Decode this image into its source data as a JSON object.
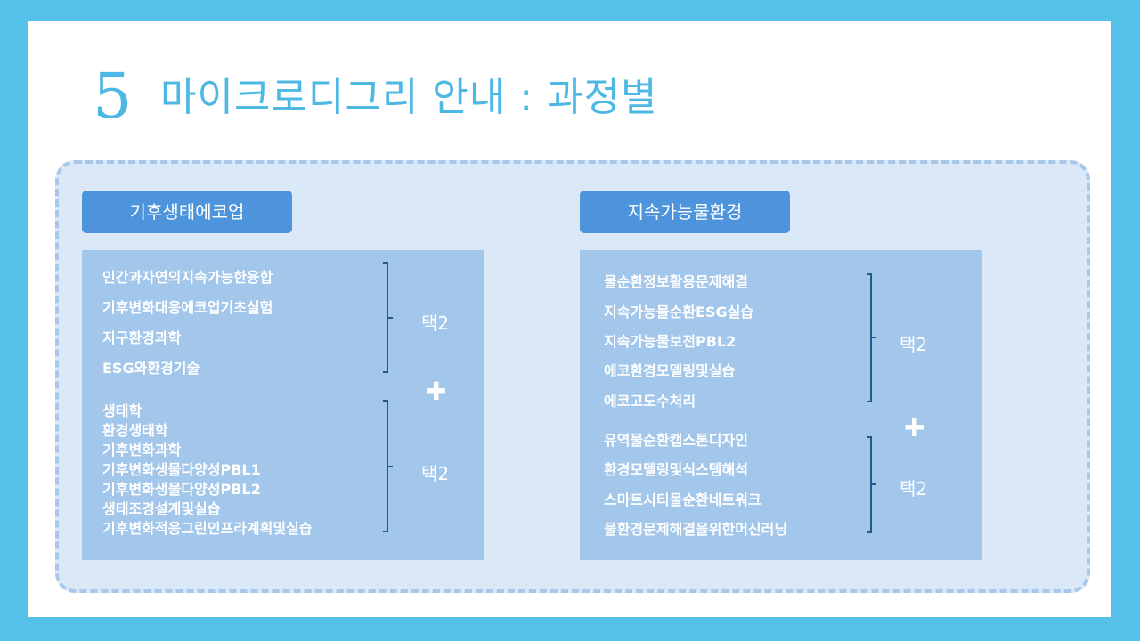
{
  "title": {
    "number": "5",
    "text": "마이크로디그리 안내 : 과정별"
  },
  "tracks": [
    {
      "name": "기후생태에코업",
      "group1": {
        "courses": [
          "인간과자연의지속가능한융합",
          "기후변화대응에코업기초실험",
          "지구환경과학",
          "ESG와환경기술"
        ],
        "choose": "택2"
      },
      "plus": "✚",
      "group2": {
        "courses": [
          "생태학",
          "환경생태학",
          "기후변화과학",
          "기후변화생물다양성PBL1",
          "기후변화생물다양성PBL2",
          "생태조경설계및실습",
          "기후변화적응그린인프라계획및실습"
        ],
        "choose": "택2"
      }
    },
    {
      "name": "지속가능물환경",
      "group1": {
        "courses": [
          "물순환정보활용문제해결",
          "지속가능물순환ESG실습",
          "지속가능물보전PBL2",
          "에코환경모델링및실습",
          "에코고도수처리"
        ],
        "choose": "택2"
      },
      "plus": "✚",
      "group2": {
        "courses": [
          "유역물순환캡스톤디자인",
          "환경모델링및식스템해석",
          "스마트시티물순환네트워크",
          "물환경문제해결을위한머신러닝"
        ],
        "choose": "택2"
      }
    }
  ],
  "colors": {
    "frame": "#55c1e8",
    "title": "#4db8e4",
    "panel": "#dbe8f7",
    "tag": "#4d94dc",
    "box": "#a3c6eb",
    "brace": "#1f5a8a"
  }
}
